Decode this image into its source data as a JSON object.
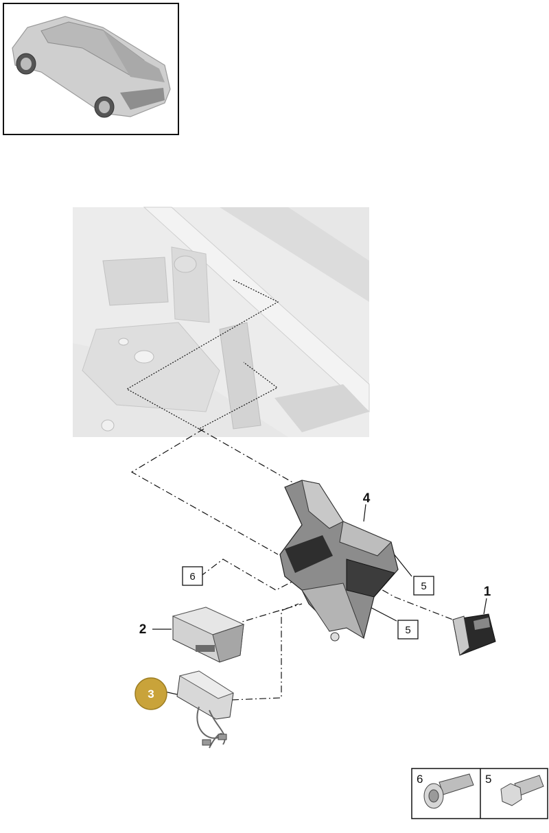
{
  "callouts": {
    "part_1": "1",
    "part_2": "2",
    "part_3": "3",
    "part_4": "4",
    "part_5_upper": "5",
    "part_5_lower": "5",
    "part_6": "6"
  },
  "legend": {
    "left_label": "6",
    "right_label": "5"
  },
  "colors": {
    "highlight": "#c9a33a",
    "body_panel": "#e6e6e6",
    "line": "#111111"
  }
}
